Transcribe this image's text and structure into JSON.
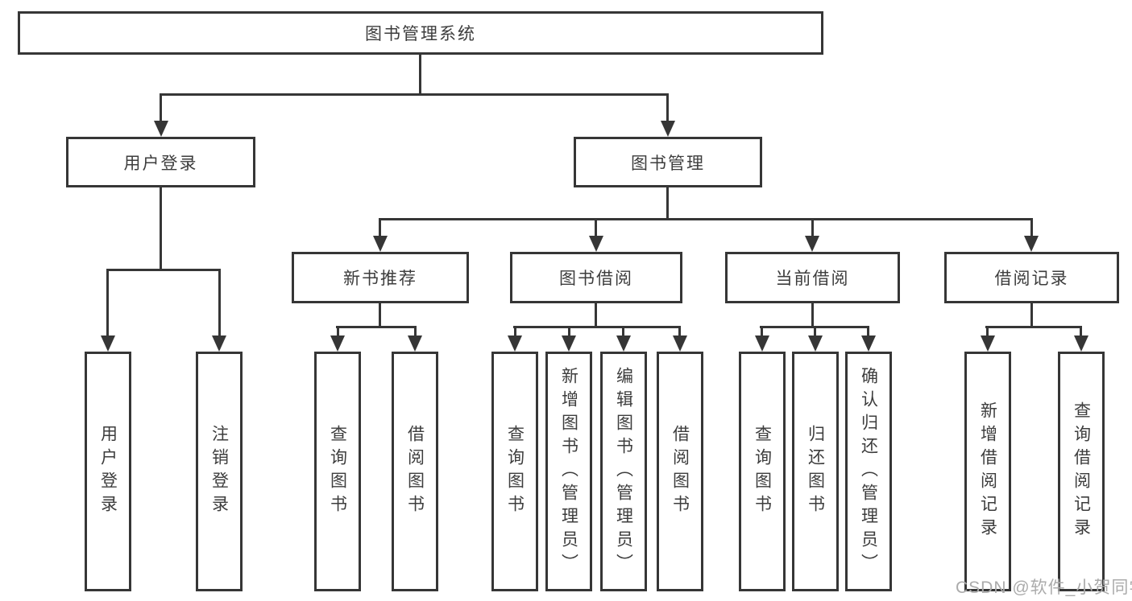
{
  "diagram_title": "图书管理系统",
  "nodes": {
    "root": {
      "label": "图书管理系统"
    },
    "level2": [
      {
        "label": "用户登录"
      },
      {
        "label": "图书管理"
      }
    ],
    "level3": [
      {
        "label": "新书推荐",
        "parent": "图书管理"
      },
      {
        "label": "图书借阅",
        "parent": "图书管理"
      },
      {
        "label": "当前借阅",
        "parent": "图书管理"
      },
      {
        "label": "借阅记录",
        "parent": "图书管理"
      }
    ],
    "leaves": [
      {
        "label": "用户登录",
        "parent": "用户登录"
      },
      {
        "label": "注销登录",
        "parent": "用户登录"
      },
      {
        "label": "查询图书",
        "parent": "新书推荐"
      },
      {
        "label": "借阅图书",
        "parent": "新书推荐"
      },
      {
        "label": "查询图书",
        "parent": "图书借阅"
      },
      {
        "label": "新增图书（管理员）",
        "parent": "图书借阅"
      },
      {
        "label": "编辑图书（管理员）",
        "parent": "图书借阅"
      },
      {
        "label": "借阅图书",
        "parent": "图书借阅"
      },
      {
        "label": "查询图书",
        "parent": "当前借阅"
      },
      {
        "label": "归还图书",
        "parent": "当前借阅"
      },
      {
        "label": "确认归还（管理员）",
        "parent": "当前借阅"
      },
      {
        "label": "新增借阅记录",
        "parent": "借阅记录"
      },
      {
        "label": "查询借阅记录",
        "parent": "借阅记录"
      }
    ]
  },
  "watermark": {
    "text": "CSDN @软件_小贺同学"
  },
  "colors": {
    "line": "#363636",
    "text": "#3d3d3d",
    "background": "#ffffff",
    "watermark": "#ababab"
  }
}
